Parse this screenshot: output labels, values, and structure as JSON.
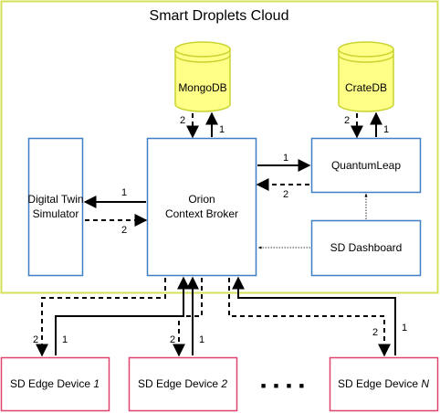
{
  "cloud": {
    "title": "Smart Droplets Cloud"
  },
  "databases": {
    "mongodb": {
      "label": "MongoDB"
    },
    "cratedb": {
      "label": "CrateDB"
    }
  },
  "components": {
    "orion": {
      "line1": "Orion",
      "line2": "Context Broker"
    },
    "digital_twin": {
      "line1": "Digital Twin",
      "line2": "Simulator"
    },
    "quantumleap": {
      "label": "QuantumLeap"
    },
    "dashboard": {
      "label": "SD Dashboard"
    }
  },
  "edge_devices": [
    {
      "prefix": "SD Edge Device ",
      "index": "1"
    },
    {
      "prefix": "SD Edge Device ",
      "index": "2"
    },
    {
      "prefix": "SD Edge Device ",
      "index": "N"
    }
  ],
  "ellipsis": "■ ■ ■ ■",
  "edge_numbers": {
    "one": "1",
    "two": "2"
  },
  "colors": {
    "cloud_border": "#d4e157",
    "db_fill": "#ffff88",
    "db_border": "#c8d430",
    "component_border": "#3f7fc4",
    "edge_border": "#e0436f",
    "arrow": "#000000"
  }
}
